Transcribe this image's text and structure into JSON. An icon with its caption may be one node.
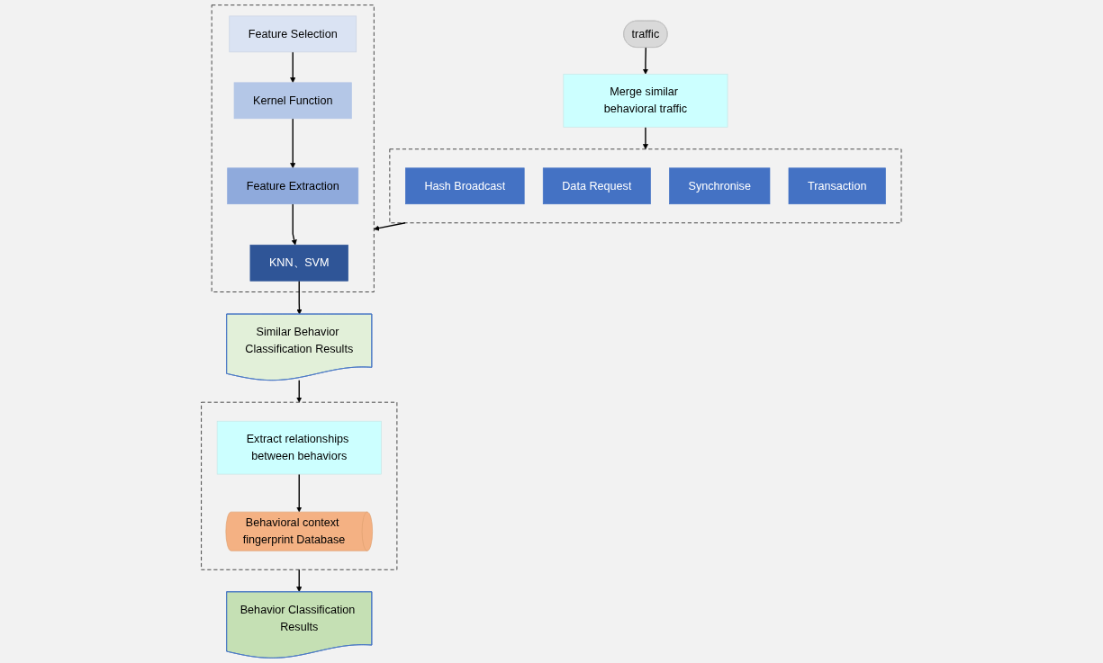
{
  "diagram": {
    "nodes": [
      {
        "text": [
          "traffic"
        ]
      },
      {
        "text": [
          "Merge similar behavioral traffic"
        ]
      },
      {
        "text": [],
        "shape": "box"
      },
      {
        "text": [
          "Hash Broadcast"
        ],
        "in": 2
      },
      {
        "text": [
          "Data Request"
        ],
        "in": 2
      },
      {
        "text": [
          "Synchronise"
        ],
        "in": 2
      },
      {
        "text": [
          "Transaction"
        ],
        "in": 2
      },
      {
        "text": [],
        "shape": "box"
      },
      {
        "text": [
          "KNN、SVM"
        ],
        "in": 7
      },
      {
        "text": [
          "Feature Extraction"
        ],
        "in": 7
      },
      {
        "text": [
          "Kernel Function"
        ],
        "in": 7
      },
      {
        "text": [
          "Feature Selection"
        ],
        "in": 7
      },
      {
        "text": [
          "Similar Behavior Classification Results"
        ]
      },
      {
        "text": [],
        "shape": "box"
      },
      {
        "text": [
          "Extract relationships between behaviors"
        ],
        "in": 13
      },
      {
        "text": [
          "Behavioral context fingerprint Database"
        ],
        "in": 13
      },
      {
        "text": [
          "Behavior Classification Results"
        ]
      }
    ],
    "edges": [
      {
        "from": 0,
        "to": 1,
        "arrow": "to"
      },
      {
        "from": 1,
        "to": 2,
        "arrow": "to"
      },
      {
        "from": 2,
        "to": 7,
        "arrow": "to"
      },
      {
        "from": 11,
        "to": 10,
        "arrow": "to"
      },
      {
        "from": 10,
        "to": 9,
        "arrow": "to"
      },
      {
        "from": 9,
        "to": 8,
        "arrow": "to"
      },
      {
        "from": 8,
        "to": 12,
        "arrow": "to"
      },
      {
        "from": 12,
        "to": 13,
        "arrow": "to"
      },
      {
        "from": 14,
        "to": 15,
        "arrow": "to"
      },
      {
        "from": 13,
        "to": 16,
        "arrow": "to"
      }
    ]
  }
}
